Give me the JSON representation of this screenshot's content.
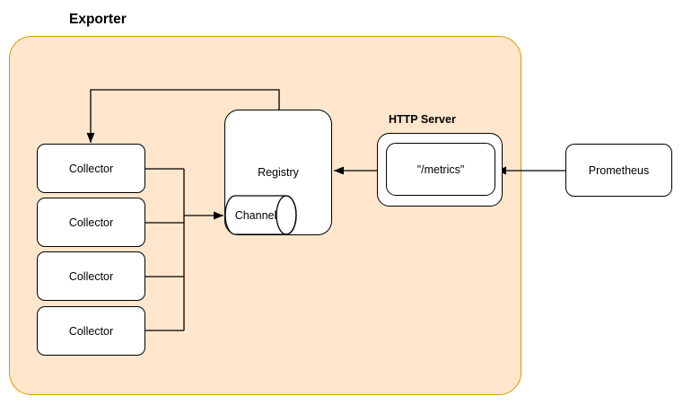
{
  "title": "Exporter",
  "collectors": [
    {
      "label": "Collector"
    },
    {
      "label": "Collector"
    },
    {
      "label": "Collector"
    },
    {
      "label": "Collector"
    }
  ],
  "registry": {
    "label": "Registry"
  },
  "channel": {
    "label": "Channel"
  },
  "http_server": {
    "title": "HTTP Server",
    "endpoint_label": "\"/metrics\""
  },
  "prometheus": {
    "label": "Prometheus"
  },
  "colors": {
    "container_fill": "#ffe6cc",
    "container_stroke": "#d79b00",
    "node_fill": "#ffffff",
    "node_stroke": "#000000",
    "connector": "#000000",
    "text": "#000000"
  }
}
